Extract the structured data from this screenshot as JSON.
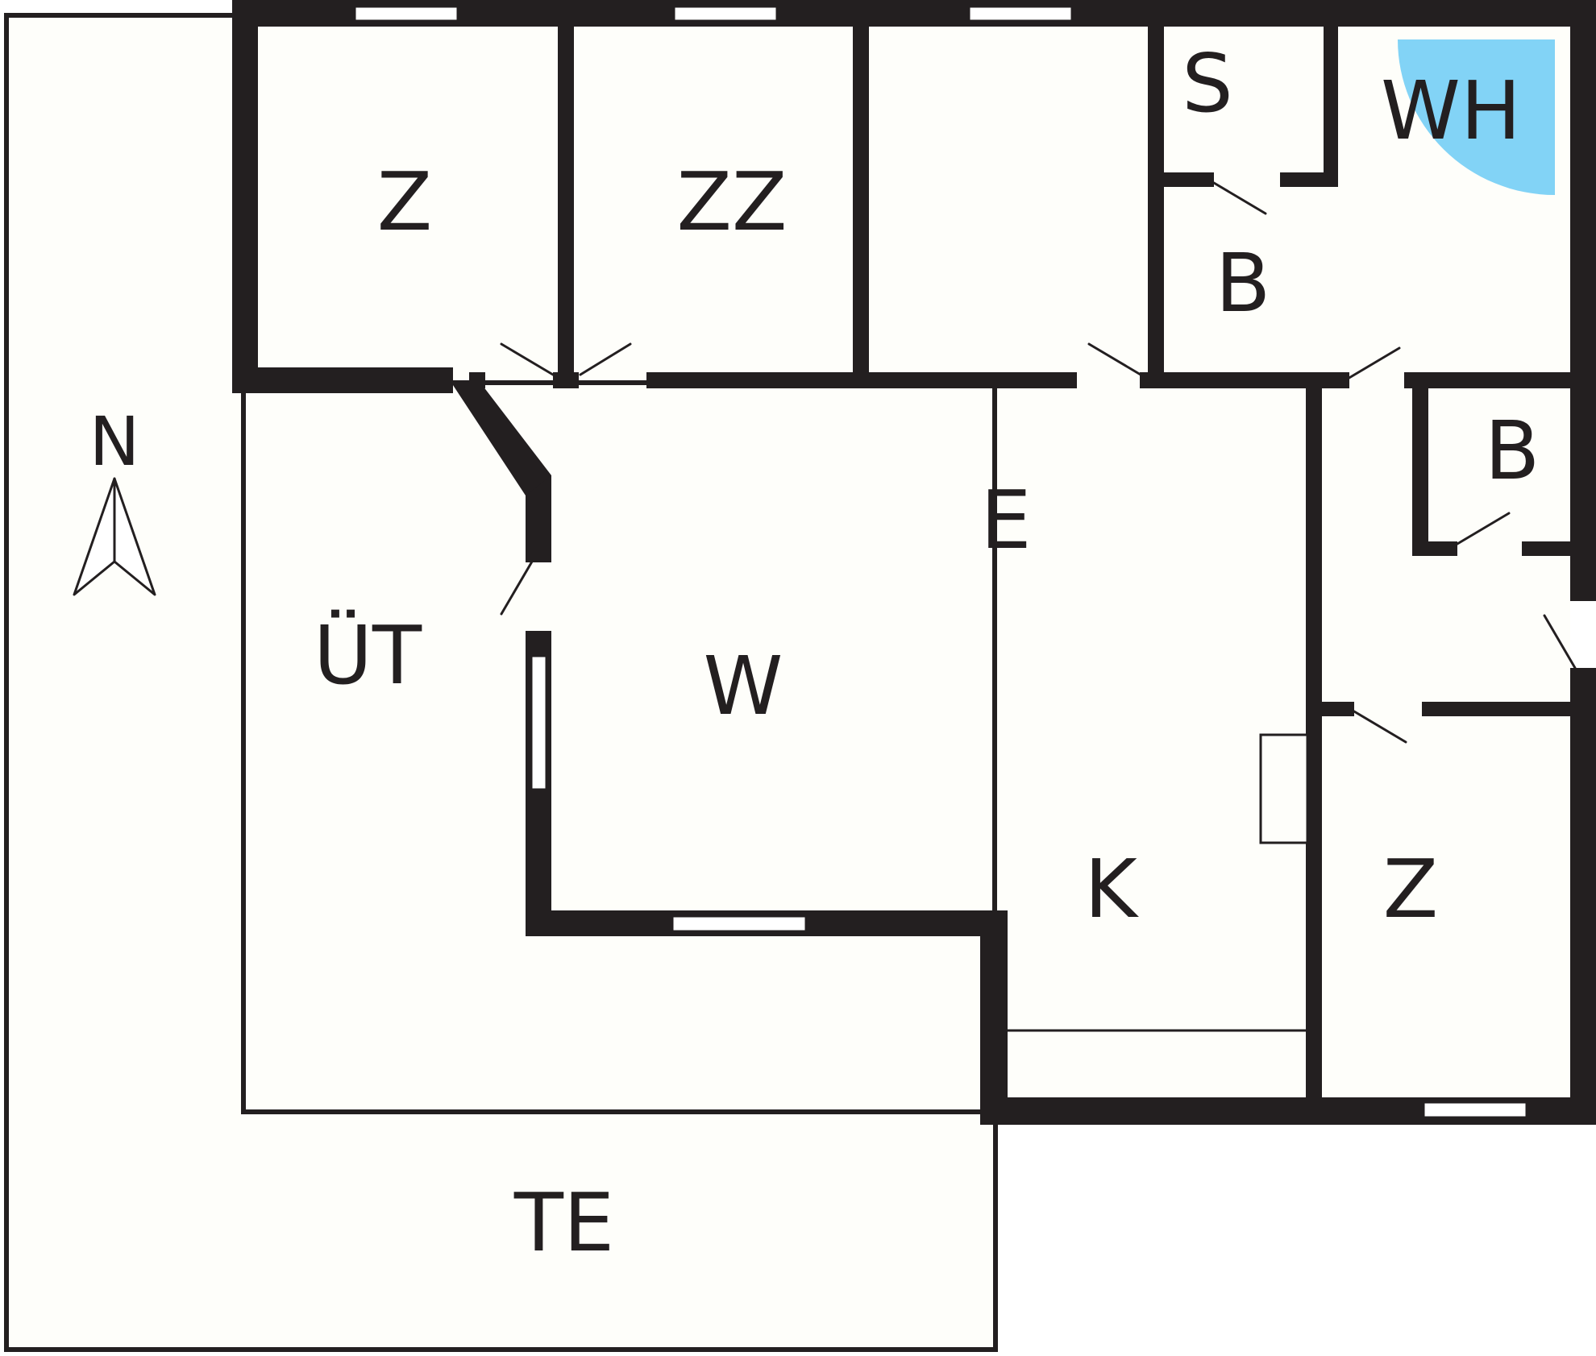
{
  "colors": {
    "wall": "#231f20",
    "floor": "#fefefa",
    "opening": "#ffffff",
    "whirlpool": "#82d3f6"
  },
  "north": {
    "label": "N",
    "icon": "north-arrow-icon"
  },
  "rooms": {
    "bedroom_1": "Z",
    "bedroom_double": "ZZ",
    "sauna": "S",
    "whirlpool": "WH",
    "bathroom_1": "B",
    "bathroom_2": "B",
    "entrance": "E",
    "living": "W",
    "kitchen": "K",
    "bedroom_2": "Z",
    "covered_terrace": "ÜT",
    "terrace": "TE"
  }
}
